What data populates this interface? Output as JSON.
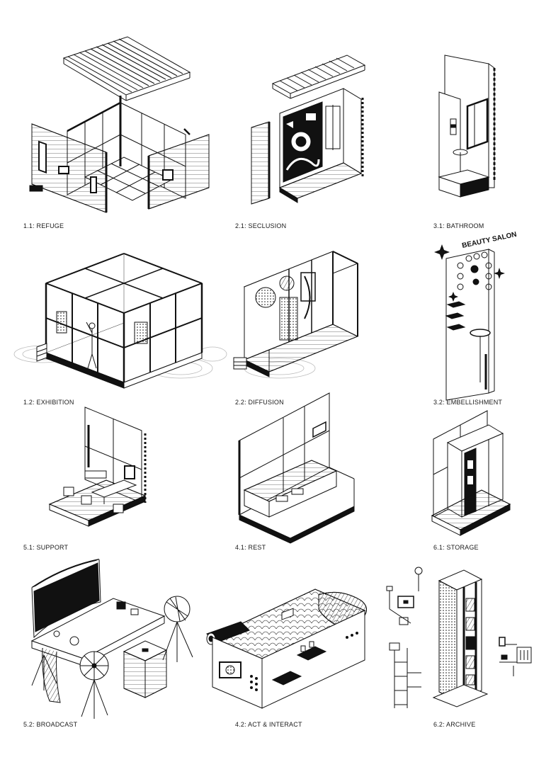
{
  "sheet": {
    "panels": [
      {
        "id": "refuge",
        "caption": "1.1: REFUGE"
      },
      {
        "id": "seclusion",
        "caption": "2.1: SECLUSION"
      },
      {
        "id": "bathroom",
        "caption": "3.1: BATHROOM"
      },
      {
        "id": "exhibition",
        "caption": "1.2: EXHIBITION"
      },
      {
        "id": "diffusion",
        "caption": "2.2: DIFFUSION"
      },
      {
        "id": "embellishment",
        "caption": "3.2: EMBELLISHMENT"
      },
      {
        "id": "support",
        "caption": "5.1: SUPPORT"
      },
      {
        "id": "rest",
        "caption": "4.1: REST"
      },
      {
        "id": "storage",
        "caption": "6.1: STORAGE"
      },
      {
        "id": "broadcast",
        "caption": "5.2: BROADCAST"
      },
      {
        "id": "act-interact",
        "caption": "4.2: ACT & INTERACT"
      },
      {
        "id": "archive",
        "caption": "6.2: ARCHIVE"
      }
    ],
    "embellishment_sign": "BEAUTY SALON",
    "stroke_color": "#111111",
    "paper_color": "#ffffff"
  }
}
